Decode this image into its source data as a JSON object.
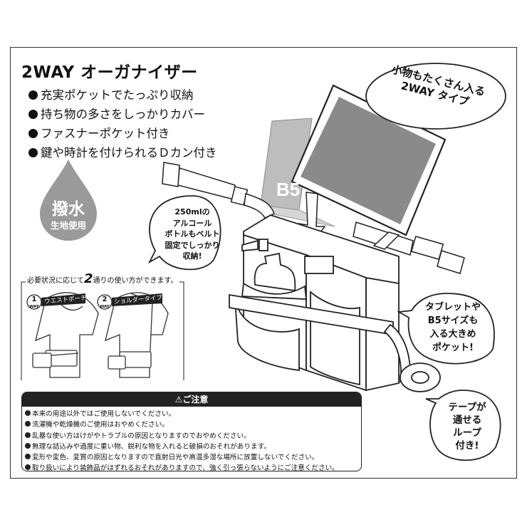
{
  "product": {
    "title": "2WAY オーガナイザー",
    "features": [
      "充実ポケットでたっぷり収納",
      "持ち物の多さをしっかりカバー",
      "ファスナーポケット付き",
      "鍵や時計を付けられるＤカン付き"
    ],
    "water_repellent": {
      "main": "撥水",
      "sub": "生地使用"
    }
  },
  "callouts": {
    "top_right": [
      "小物もたくさん入る",
      "2WAY タイプ"
    ],
    "bottle": [
      "250mlの",
      "アルコール",
      "ボトルもベルト",
      "固定でしっかり",
      "収納!"
    ],
    "tablet": [
      "タブレットや",
      "B5サイズも",
      "入る大きめ",
      "ポケット!"
    ],
    "tape": [
      "テープが",
      "通せる",
      "ループ",
      "付き!"
    ]
  },
  "illustration": {
    "paper_label": "B5"
  },
  "usage": {
    "caption_before": "必要状況に応じて",
    "caption_number": "2",
    "caption_after": "通りの使い方ができます。",
    "modes": [
      {
        "number": "1",
        "way": "WAY",
        "label": "ウエストポーチに"
      },
      {
        "number": "2",
        "way": "WAY",
        "label": "ショルダータイプに"
      }
    ]
  },
  "caution": {
    "heading": "⚠ご注意",
    "items": [
      "本来の用途以外ではご使用しないでください。",
      "洗濯機や乾燥機のご使用はおやめください。",
      "乱暴な使い方はけがやトラブルの原因となりますのでおやめください。",
      "無理な詰込みや過度に重い物、鋭利な物を入れると破損のおそれがあります。",
      "変形や変色、変質の原因となりますので直射日光や高温多湿な場所に放置しないでください。",
      "取り扱いにより装飾品がはずれるおそれがありますので、強く引っ張らないようにご注意ください。"
    ]
  },
  "colors": {
    "ink": "#111111",
    "screen": "#8a8a8a",
    "paper": "#bdbdbd",
    "drop": "#9a9a9a"
  }
}
